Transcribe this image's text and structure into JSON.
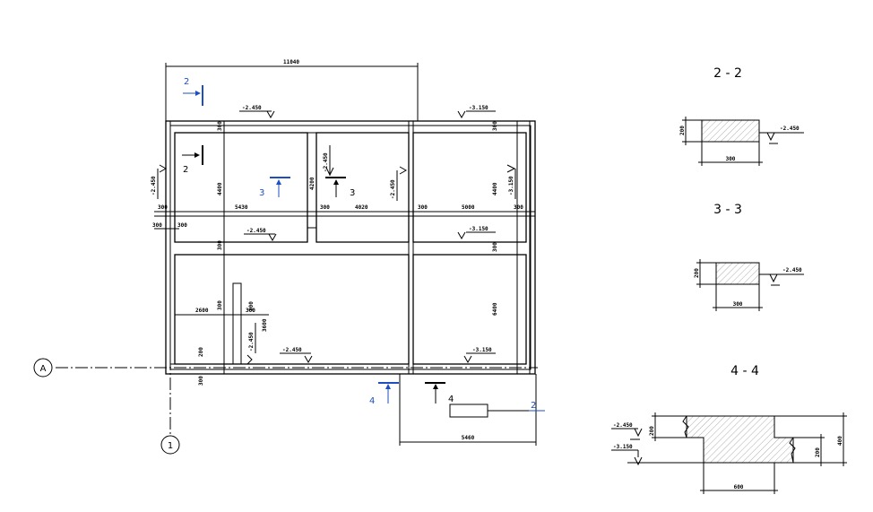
{
  "plan": {
    "dim_overall_top": "11040",
    "dim_bottom_right": "5460",
    "dim_room1": "5430",
    "dim_room2": "4020",
    "dim_room3": "5000",
    "dim_left_300a": "300",
    "dim_left_300b": "300",
    "dim_left_300c": "300",
    "dim_room_inner_300a": "300",
    "dim_room_inner_300b": "300",
    "dim_right_300": "300",
    "dim_v_4400a": "4400",
    "dim_v_4200": "4200",
    "dim_v_4400b": "4400",
    "dim_v_6400": "6400",
    "dim_v_3600": "3600",
    "dim_2600": "2600",
    "dim_300_small": "300",
    "dim_v_200": "200",
    "dim_v_300": "300",
    "dim_top_300a": "300",
    "dim_top_300b": "300",
    "dim_top_300c": "300",
    "dim_top_300d": "300",
    "dim_v_300e": "300",
    "dim_v_300f": "300",
    "lvl_top_left": "-2.450",
    "lvl_top_right": "-3.150",
    "lvl_mid_left": "-2.450",
    "lvl_mid_right": "-3.150",
    "lvl_bot_left": "-2.450",
    "lvl_bot_right": "-3.150",
    "lvl_v_left": "-2.450",
    "lvl_v_mid": "-2.450",
    "lvl_v_center": "-2.450",
    "lvl_v_right": "-3.150",
    "lvl_v_low": "-2.450",
    "section_mark_2_top": "2",
    "section_mark_2_inner": "2",
    "section_mark_3_blue": "3",
    "section_mark_3_black": "3",
    "section_mark_4_blue": "4",
    "section_mark_4_black": "4",
    "section_mark_2_bottom": "2",
    "axis_A": "A",
    "axis_1": "1"
  },
  "sections": {
    "s22_title": "2 - 2",
    "s22_h": "200",
    "s22_w": "300",
    "s22_lvl": "-2.450",
    "s33_title": "3 - 3",
    "s33_h": "200",
    "s33_w": "300",
    "s33_lvl": "-2.450",
    "s44_title": "4 - 4",
    "s44_lvl1": "-2.450",
    "s44_lvl2": "-3.150",
    "s44_h1": "200",
    "s44_h2": "200",
    "s44_h3": "400",
    "s44_w": "600"
  },
  "colors": {
    "line": "#000000",
    "section_marker": "#1f4fbf",
    "hatch": "#9a9a9a"
  }
}
